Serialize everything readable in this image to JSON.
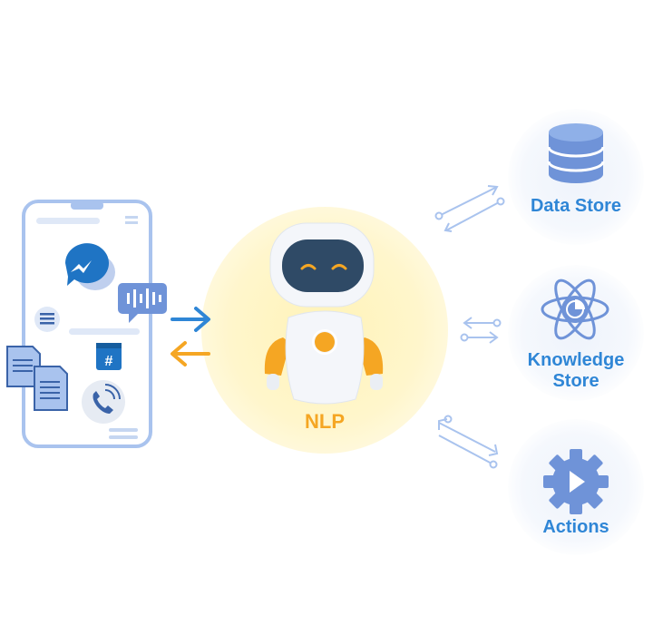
{
  "center": {
    "label": "NLP"
  },
  "stores": [
    {
      "label": "Data Store",
      "icon": "database-icon"
    },
    {
      "label_line1": "Knowledge",
      "label_line2": "Store",
      "icon": "atom-icon"
    },
    {
      "label": "Actions",
      "icon": "gear-play-icon"
    }
  ],
  "colors": {
    "accent_blue": "#2f86d6",
    "accent_orange": "#f5a623",
    "icon_blue": "#6f93d8",
    "robot_face": "#2f4a66",
    "connector": "#a9c3ee"
  },
  "phone_icons": [
    "messenger-icon",
    "voice-icon",
    "list-icon",
    "hashtag-icon",
    "document-icon",
    "phone-call-icon"
  ]
}
